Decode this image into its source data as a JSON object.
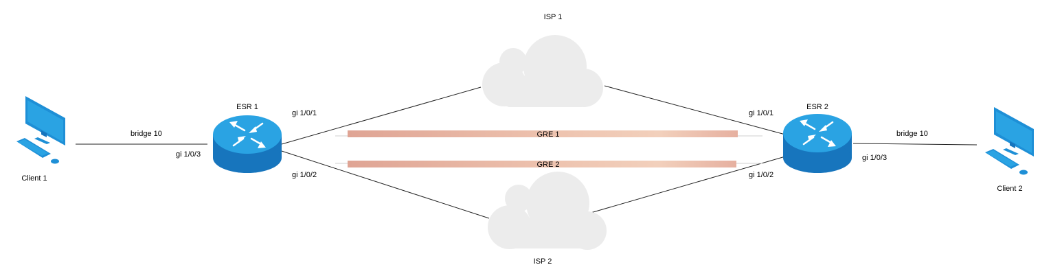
{
  "nodes": {
    "client1": {
      "label": "Client 1"
    },
    "client2": {
      "label": "Client 2"
    },
    "esr1": {
      "label": "ESR 1"
    },
    "esr2": {
      "label": "ESR 2"
    },
    "isp1": {
      "label": "ISP 1"
    },
    "isp2": {
      "label": "ISP 2"
    }
  },
  "links": {
    "client1_esr1": {
      "label": "bridge 10"
    },
    "esr2_client2": {
      "label": "bridge 10"
    },
    "esr1_gi103": {
      "label": "gi 1/0/3"
    },
    "esr2_gi103": {
      "label": "gi 1/0/3"
    },
    "esr1_gi101": {
      "label": "gi 1/0/1"
    },
    "esr1_gi102": {
      "label": "gi 1/0/2"
    },
    "esr2_gi101": {
      "label": "gi 1/0/1"
    },
    "esr2_gi102": {
      "label": "gi 1/0/2"
    }
  },
  "tunnels": {
    "gre1": {
      "label": "GRE 1"
    },
    "gre2": {
      "label": "GRE 2"
    }
  },
  "colors": {
    "router_top": "#2a9fdf",
    "router_side": "#1878c0",
    "monitor": "#1e8fd6",
    "cloud": "#ebebeb",
    "tunnel_left": "#e0a89a",
    "tunnel_right": "#f0cdb8",
    "line": "#222222"
  }
}
